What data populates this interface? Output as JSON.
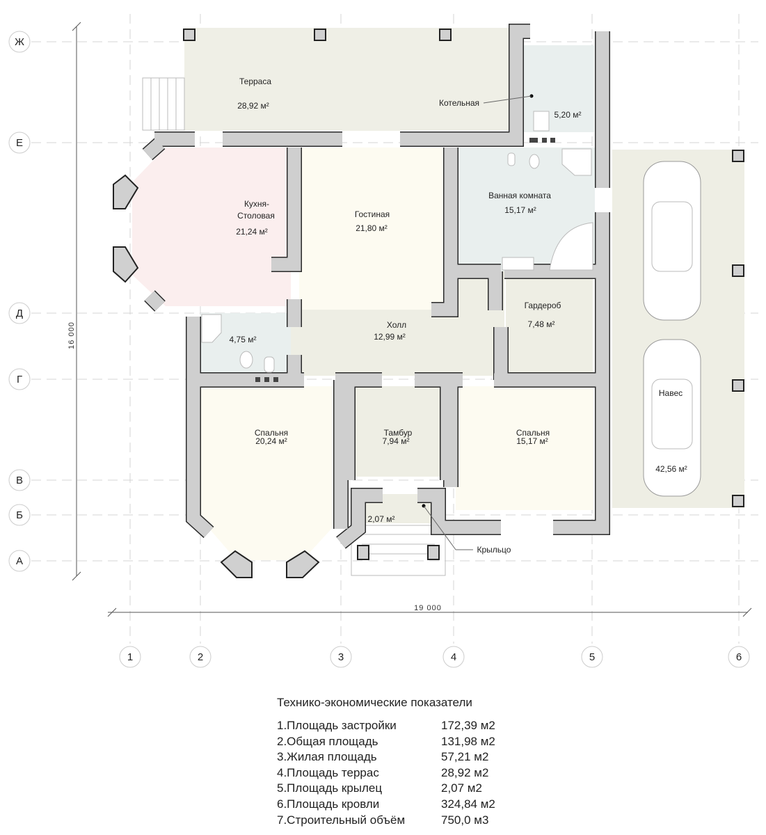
{
  "axes": {
    "rows": [
      "Ж",
      "Е",
      "Д",
      "Г",
      "В",
      "Б",
      "А"
    ],
    "columns": [
      "1",
      "2",
      "3",
      "4",
      "5",
      "6"
    ]
  },
  "dimensions": {
    "height": "16 000",
    "width": "19 000"
  },
  "rooms": {
    "terrace": {
      "name": "Терраса",
      "area": "28,92 м²"
    },
    "boiler": {
      "name": "Котельная",
      "area": "5,20 м²"
    },
    "kitchen": {
      "name1": "Кухня-",
      "name2": "Столовая",
      "area": "21,24 м²"
    },
    "living": {
      "name": "Гостиная",
      "area": "21,80 м²"
    },
    "bathroom": {
      "name": "Ванная комната",
      "area": "15,17 м²"
    },
    "wardrobe": {
      "name": "Гардероб",
      "area": "7,48 м²"
    },
    "hall": {
      "name": "Холл",
      "area": "12,99 м²"
    },
    "wc": {
      "area": "4,75 м²"
    },
    "bedroom1": {
      "name": "Спальня",
      "area": "20,24 м²"
    },
    "vestibule": {
      "name": "Тамбур",
      "area": "7,94 м²"
    },
    "bedroom2": {
      "name": "Спальня",
      "area": "15,17 м²"
    },
    "porch": {
      "name": "Крыльцо",
      "area": "2,07 м²"
    },
    "carport": {
      "name": "Навес",
      "area": "42,56 м²"
    }
  },
  "specs": {
    "title": "Технико-экономические показатели",
    "rows": [
      {
        "label": "1.Площадь застройки",
        "value": "172,39 м2"
      },
      {
        "label": "2.Общая площадь",
        "value": "131,98 м2"
      },
      {
        "label": "3.Жилая площадь",
        "value": "57,21 м2"
      },
      {
        "label": "4.Площадь террас",
        "value": "28,92 м2"
      },
      {
        "label": "5.Площадь крылец",
        "value": "2,07 м2"
      },
      {
        "label": "6.Площадь кровли",
        "value": "324,84 м2"
      },
      {
        "label": "7.Строительный объём",
        "value": "750,0 м3"
      }
    ]
  },
  "colors": {
    "wall": "#cfcfcf",
    "kitchen": "#fbeeee",
    "living": "#fdfbf1",
    "wet": "#e9efee",
    "common": "#eeeee4"
  }
}
